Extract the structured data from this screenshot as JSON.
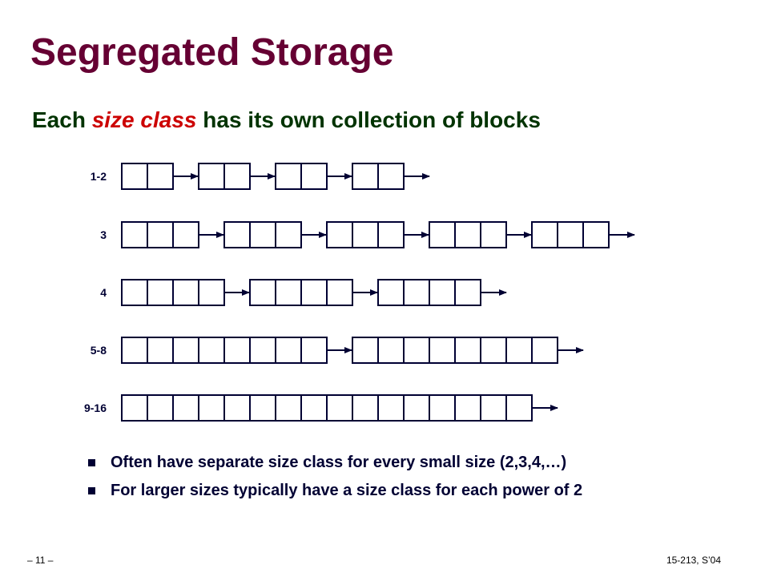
{
  "slide": {
    "title": "Segregated Storage",
    "subtitle": {
      "prefix": "Each ",
      "highlight": "size class",
      "suffix": " has its own collection of blocks"
    },
    "bullets": [
      "Often have separate size class for every small size (2,3,4,…)",
      "For larger sizes typically have a size class for each power of 2"
    ],
    "footer": {
      "page_number": "– 11 –",
      "course": "15-213, S’04"
    }
  },
  "diagram": {
    "rows": [
      {
        "label": "1-2",
        "blocks": [
          2,
          2,
          2,
          2
        ]
      },
      {
        "label": "3",
        "blocks": [
          3,
          3,
          3,
          3,
          3
        ]
      },
      {
        "label": "4",
        "blocks": [
          4,
          4,
          4
        ]
      },
      {
        "label": "5-8",
        "blocks": [
          8,
          8
        ]
      },
      {
        "label": "9-16",
        "blocks": [
          16
        ]
      }
    ],
    "colors": {
      "block_stroke": "#000033",
      "label": "#000033"
    }
  }
}
